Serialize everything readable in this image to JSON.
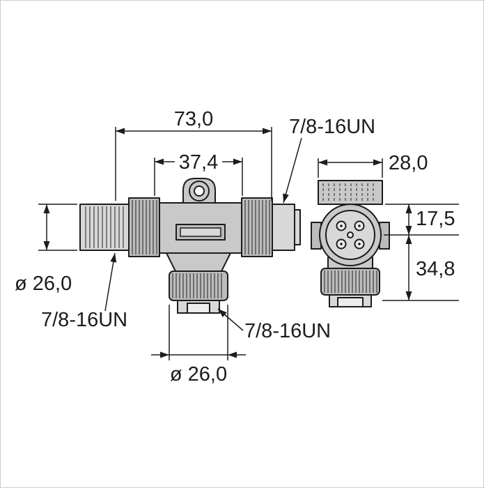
{
  "colors": {
    "line": "#1c1c1c",
    "fillBody": "#c9c9c9",
    "fillNut": "#bcbcbc",
    "fillLight": "#d8d8d8",
    "fillFace": "#ececec",
    "bg": "#ffffff"
  },
  "dims": {
    "overall_width": "73,0",
    "inner_width": "37,4",
    "thread_right": "7/8-16UN",
    "thread_left": "7/8-16UN",
    "thread_bottom": "7/8-16UN",
    "side_width": "28,0",
    "side_upper": "17,5",
    "side_lower": "34,8",
    "left_diameter": "ø 26,0",
    "bottom_diameter": "ø 26,0"
  }
}
